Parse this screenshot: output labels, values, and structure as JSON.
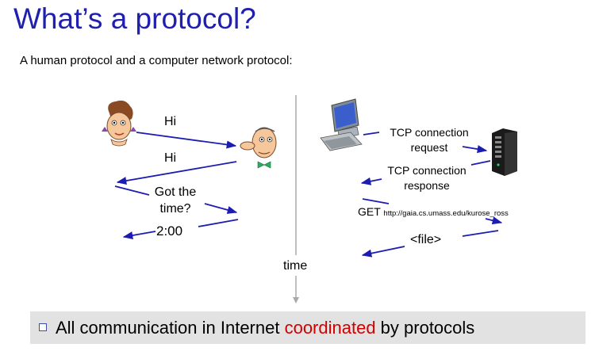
{
  "slide": {
    "title": "What’s a protocol?",
    "subtitle": "A human protocol and a computer network protocol:"
  },
  "human": {
    "hi_1": "Hi",
    "hi_2": "Hi",
    "got_the_time_1": "Got the",
    "got_the_time_2": "time?",
    "reply": "2:00"
  },
  "network": {
    "tcp_request_1": "TCP connection",
    "tcp_request_2": "request",
    "tcp_response_1": "TCP connection",
    "tcp_response_2": "response",
    "get_method": "GET",
    "get_url": "http://gaia.cs.umass.edu/kurose_ross",
    "file": "<file>"
  },
  "timeline": {
    "label": "time"
  },
  "banner": {
    "text_before": "All communication in Internet ",
    "text_accent": "coordinated",
    "text_after": " by protocols",
    "accent_color": "#d00000"
  },
  "colors": {
    "title": "#1f1fb0",
    "arrow": "#1c1cb0",
    "banner_bg": "#e2e2e2"
  },
  "icons": [
    "woman-face-icon",
    "man-face-icon",
    "computer-icon",
    "server-icon"
  ]
}
